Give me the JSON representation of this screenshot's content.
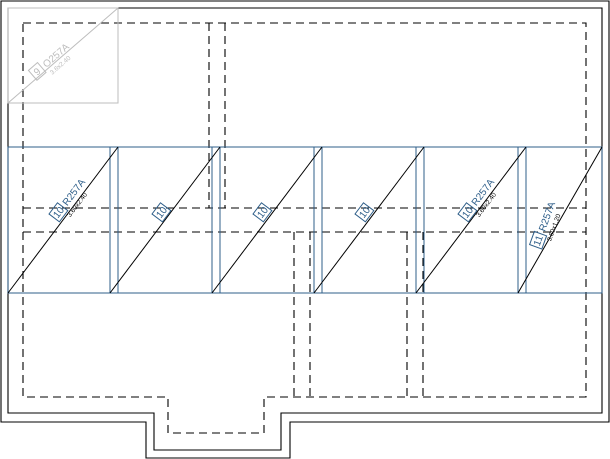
{
  "ghost_panel": {
    "number": "9",
    "code": "O257A",
    "size": "3.6x2.40"
  },
  "panels": [
    {
      "number": "10",
      "code": "R257A",
      "size": "3.60x2.40"
    },
    {
      "number": "10",
      "code": "",
      "size": ""
    },
    {
      "number": "10",
      "code": "",
      "size": ""
    },
    {
      "number": "10",
      "code": "",
      "size": ""
    },
    {
      "number": "10",
      "code": "R257A",
      "size": "3.60x2.40"
    },
    {
      "number": "11",
      "code": "R257A",
      "size": "3.60x1.20"
    }
  ]
}
